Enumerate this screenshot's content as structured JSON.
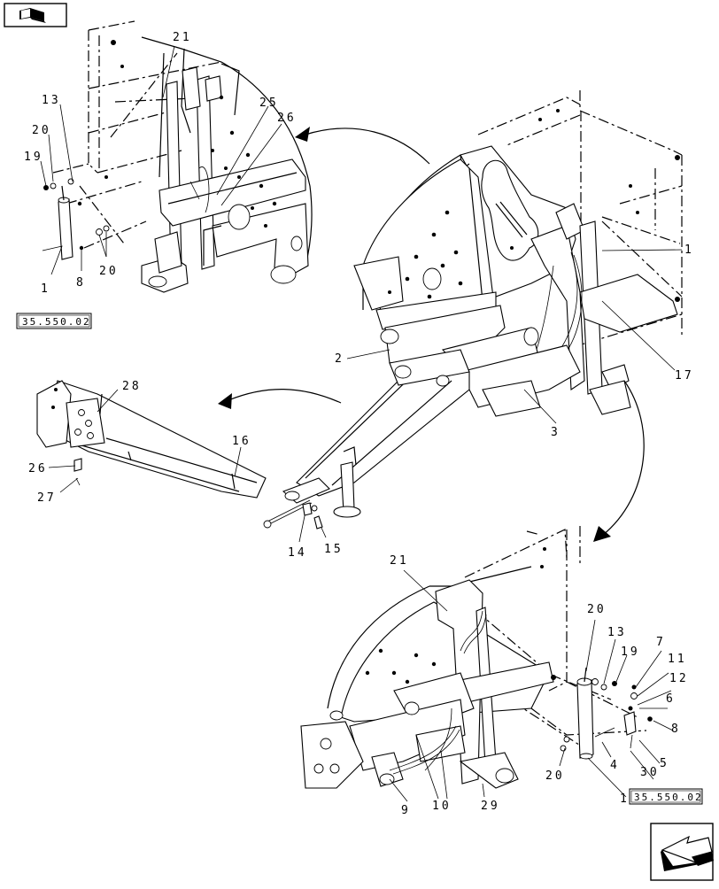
{
  "labels": {
    "tl_21": "21",
    "tl_25": "25",
    "tl_26": "26",
    "tl_13": "13",
    "tl_20a": "20",
    "tl_19": "19",
    "tl_1": "1",
    "tl_8": "8",
    "tl_20b": "20",
    "c_1": "1",
    "c_2": "2",
    "c_3": "3",
    "c_17": "17",
    "l_28": "28",
    "l_16": "16",
    "l_26": "26",
    "l_27": "27",
    "l_14": "14",
    "l_15": "15",
    "b_21": "21",
    "b_20a": "20",
    "b_13": "13",
    "b_19": "19",
    "b_7": "7",
    "b_11": "11",
    "b_12": "12",
    "b_6": "6",
    "b_8": "8",
    "b_4": "4",
    "b_5": "5",
    "b_30": "30",
    "b_20b": "20",
    "b_9": "9",
    "b_10": "10",
    "b_29": "29",
    "b_1": "1"
  },
  "refs": {
    "top_left": "35.550.02",
    "bottom_right": "35.550.02"
  },
  "icons": {
    "top_left": "book-hand-icon",
    "bottom_right": "next-page-arrow-icon"
  }
}
